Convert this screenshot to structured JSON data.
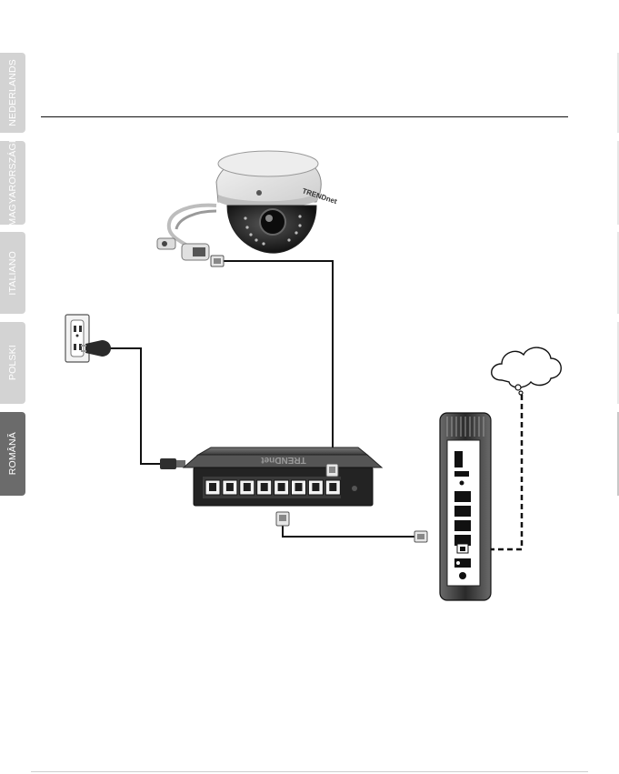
{
  "language_tabs": [
    {
      "label": "NEDERLANDS",
      "active": false
    },
    {
      "label": "MAGYARORSZÁGI",
      "active": false
    },
    {
      "label": "ITALIANO",
      "active": false
    },
    {
      "label": "POLSKI",
      "active": false
    },
    {
      "label": "ROMÂNĂ",
      "active": true
    }
  ],
  "camera": {
    "brand": "TRENDnet"
  },
  "switch": {
    "brand": "TRENDnet",
    "port_count": 8
  },
  "colors": {
    "tab_inactive": "#d3d3d3",
    "tab_active": "#6b6b6b",
    "line": "#111111"
  }
}
